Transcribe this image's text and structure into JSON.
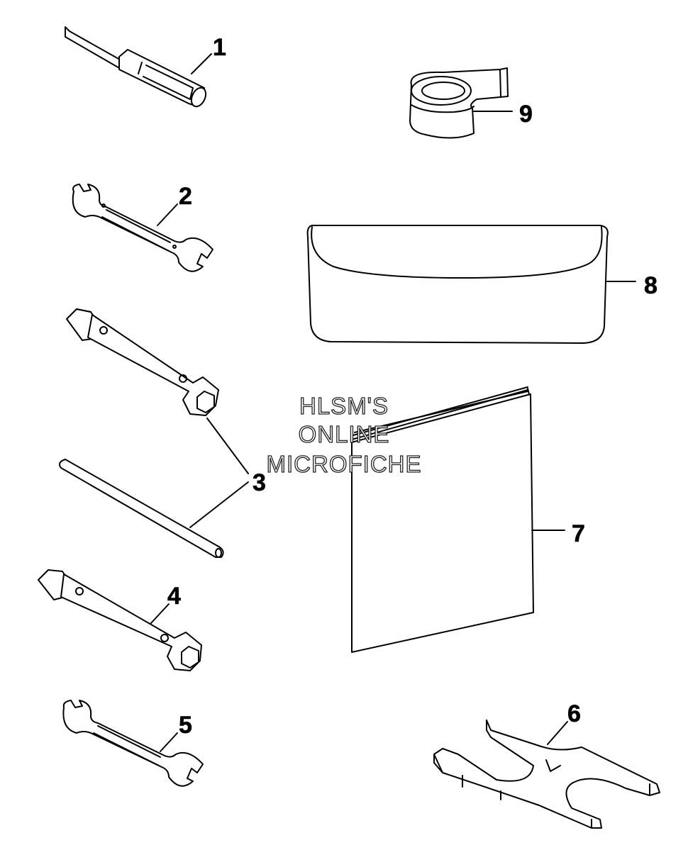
{
  "parts": [
    {
      "id": "1",
      "label": "1",
      "icon": "screwdriver-icon"
    },
    {
      "id": "2",
      "label": "2",
      "icon": "open-end-wrench-icon"
    },
    {
      "id": "3",
      "label": "3",
      "icon": "box-wrench-and-handle-icon"
    },
    {
      "id": "4",
      "label": "4",
      "icon": "box-wrench-icon"
    },
    {
      "id": "5",
      "label": "5",
      "icon": "open-end-wrench-icon"
    },
    {
      "id": "6",
      "label": "6",
      "icon": "spanner-tool-icon"
    },
    {
      "id": "7",
      "label": "7",
      "icon": "manual-book-icon"
    },
    {
      "id": "8",
      "label": "8",
      "icon": "tool-pouch-icon"
    },
    {
      "id": "9",
      "label": "9",
      "icon": "strap-roll-icon"
    }
  ],
  "watermark": {
    "line1": "HLSM'S",
    "line2": "ONLINE",
    "line3": "MICROFICHE"
  }
}
